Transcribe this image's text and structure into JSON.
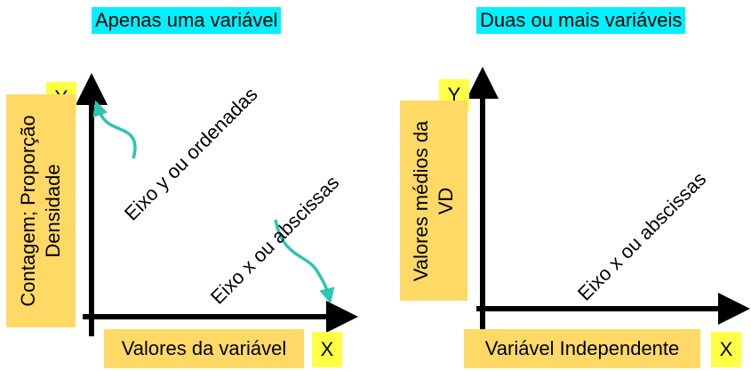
{
  "left": {
    "title": "Apenas uma variável",
    "y_letter": "Y",
    "x_letter": "X",
    "y_box_line1": "Contagem; Proporção",
    "y_box_line2": "Densidade",
    "x_box": "Valores da variável",
    "y_axis_note": "Eixo y ou ordenadas",
    "x_axis_note": "Eixo x ou abscissas"
  },
  "right": {
    "title": "Duas ou mais variáveis",
    "y_letter": "Y",
    "x_letter": "X",
    "y_box_line1": "Valores médios da",
    "y_box_line2": "VD",
    "x_box": "Variável Independente",
    "x_axis_note": "Eixo x ou abscissas"
  },
  "colors": {
    "title_bg": "#00f0ff",
    "label_bg": "#ffd966",
    "letter_bg": "#ffff44",
    "curve_arrow": "#2ec4b6",
    "axis": "#000000"
  }
}
